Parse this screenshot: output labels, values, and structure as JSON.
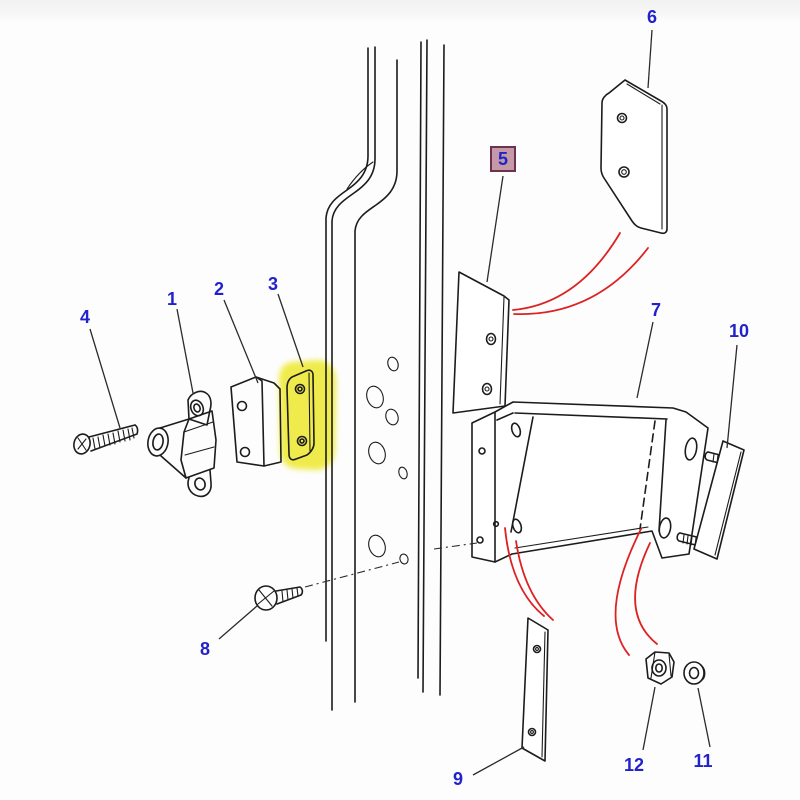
{
  "diagram": {
    "type": "exploded-parts-diagram",
    "selected_callout": "5",
    "highlighted_part_callout": "3"
  },
  "callouts": [
    {
      "number": "1"
    },
    {
      "number": "2"
    },
    {
      "number": "3"
    },
    {
      "number": "4"
    },
    {
      "number": "5"
    },
    {
      "number": "6"
    },
    {
      "number": "7"
    },
    {
      "number": "8"
    },
    {
      "number": "9"
    },
    {
      "number": "10"
    },
    {
      "number": "11"
    },
    {
      "number": "12"
    }
  ],
  "colors": {
    "background": "#fdfdfd",
    "line": "#1c1c1c",
    "callout_text": "#2222cc",
    "highlight": "#efea3e",
    "selected_box_fill": "#c59aa6",
    "selected_box_border": "#6e3150",
    "arrow": "#dd2222"
  }
}
